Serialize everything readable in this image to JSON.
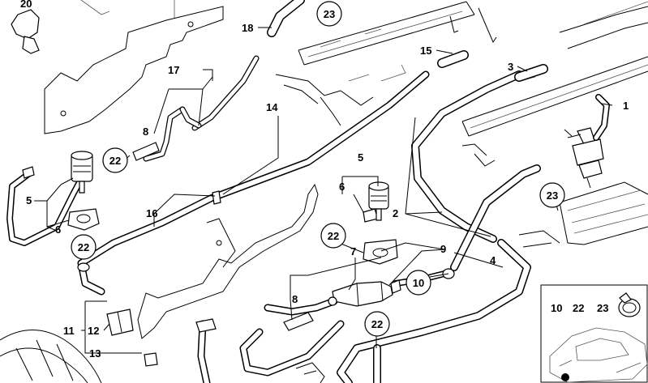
{
  "callouts": {
    "n1": "1",
    "n2": "2",
    "n3": "3",
    "n4": "4",
    "n5a": "5",
    "n5b": "5",
    "n6a": "6",
    "n6b": "6",
    "n7": "7",
    "n8a": "8",
    "n8b": "8",
    "n9": "9",
    "n11": "11",
    "n12": "12",
    "n13": "13",
    "n14": "14",
    "n15": "15",
    "n16": "16",
    "n17": "17",
    "n18": "18",
    "n20": "20"
  },
  "circled": {
    "c23a": "23",
    "c23b": "23",
    "c22a": "22",
    "c22b": "22",
    "c22c": "22",
    "c22d": "22",
    "c10": "10"
  },
  "inset": {
    "labels": [
      "10",
      "22",
      "23"
    ]
  }
}
